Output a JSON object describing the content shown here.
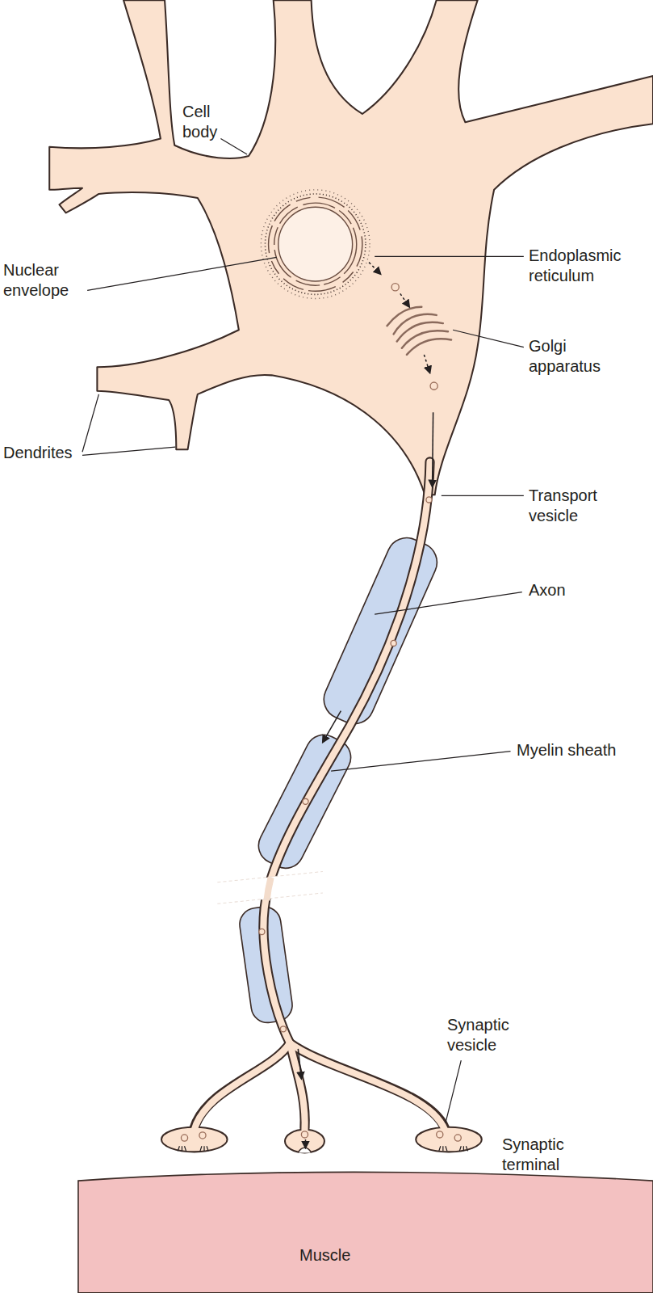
{
  "diagram": {
    "nodes": [
      {
        "text": [
          "Muscle"
        ]
      }
    ],
    "labels": [
      "Cell body",
      "Nuclear envelope",
      "Endoplasmic reticulum",
      "Golgi apparatus",
      "Dendrites",
      "Transport vesicle",
      "Axon",
      "Myelin sheath",
      "Synaptic vesicle",
      "Synaptic terminal"
    ]
  }
}
